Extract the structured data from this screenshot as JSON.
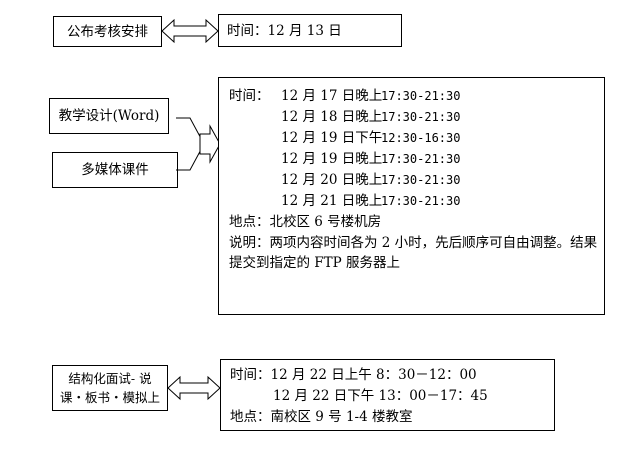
{
  "section1": {
    "label": "公布考核安排",
    "time": "时间：12 月 13 日"
  },
  "section2": {
    "labels": [
      "教学设计(Word)",
      "多媒体课件"
    ],
    "time_prefix": "时间：",
    "schedule": [
      {
        "date": "12 月 17 日晚上",
        "time": "17:30-21:30"
      },
      {
        "date": "12 月 18 日晚上",
        "time": "17:30-21:30"
      },
      {
        "date": "12 月 19 日下午",
        "time": "12:30-16:30"
      },
      {
        "date": "12 月 19 日晚上",
        "time": "17:30-21:30"
      },
      {
        "date": "12 月 20 日晚上",
        "time": "17:30-21:30"
      },
      {
        "date": "12 月 21 日晚上",
        "time": "17:30-21:30"
      }
    ],
    "location": "地点：北校区 6 号楼机房",
    "note": "说明：两项内容时间各为 2 小时，先后顺序可自由调整。结果提交到指定的 FTP 服务器上"
  },
  "section3": {
    "label_line1": "结构化面试- 说",
    "label_line2": "课・板书・模拟上",
    "time_line1": "时间：12 月 22 日上午 8：30－12：00",
    "time_line2": "12 月 22 日下午 13：00－17：45",
    "location": "地点：南校区 9 号 1-4 楼教室"
  }
}
